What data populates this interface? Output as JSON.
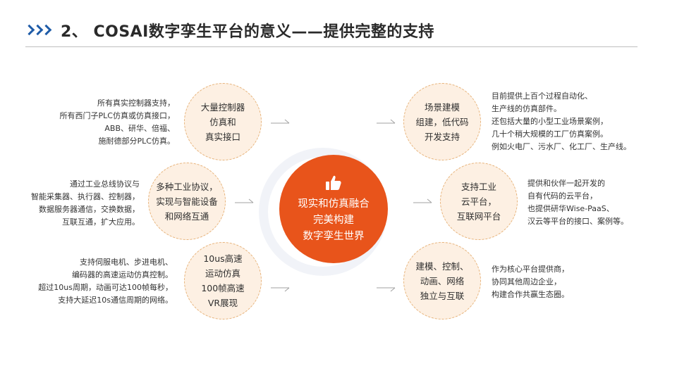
{
  "header": {
    "title": "2、 COSAI数字孪生平台的意义——提供完整的支持",
    "accent_color": "#1f5ca8"
  },
  "center": {
    "icon": "thumbs-up-icon",
    "lines": [
      "现实和仿真融合",
      "完美构建",
      "数字孪生世界"
    ],
    "color": "#e8541b"
  },
  "left_nodes": [
    {
      "label": "大量控制器\n仿真和\n真实接口",
      "description": "所有真实控制器支持，\n所有西门子PLC仿真或仿真接口，\nABB、研华、倍福、\n施耐德部分PLC仿真。"
    },
    {
      "label": "多种工业协议，\n实现与智能设备\n和网络互通",
      "description": "通过工业总线协议与\n智能采集器、执行器、控制器，\n数据服务器通信，交换数据，\n互联互通，扩大应用。"
    },
    {
      "label": "10us高速\n运动仿真\n100帧高速\nVR展现",
      "description": "支持伺服电机、步进电机、\n编码器的高速运动仿真控制。\n超过10us周期，动画可达100帧每秒，\n支持大延迟10s通信周期的网络。"
    }
  ],
  "right_nodes": [
    {
      "label": "场景建模\n组建，低代码\n开发支持",
      "description": "目前提供上百个过程自动化、\n生产线的仿真部件。\n还包括大量的小型工业场景案例，\n几十个稍大规模的工厂仿真案例。\n例如火电厂、污水厂、化工厂、生产线。"
    },
    {
      "label": "支持工业\n云平台，\n互联网平台",
      "description": "提供和伙伴一起开发的\n自有代码的云平台，\n也提供研华Wise-PaaS、\n汉云等平台的接口、案例等。"
    },
    {
      "label": "建模、控制、\n动画、网络\n独立与互联",
      "description": "作为核心平台提供商，\n协同其他周边企业，\n构建合作共赢生态圈。"
    }
  ],
  "colors": {
    "node_fill": "#fdf0e3",
    "node_border": "#e7b37a"
  }
}
